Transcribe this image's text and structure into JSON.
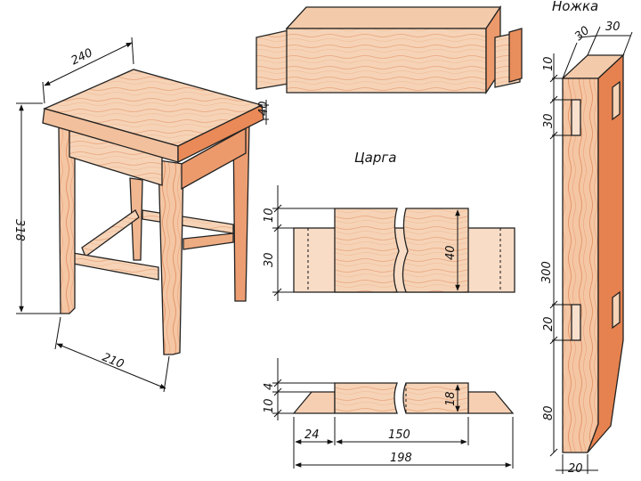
{
  "labels": {
    "leg_title": "Ножка",
    "apron_title": "Царга"
  },
  "dims": {
    "seat_width": "240",
    "seat_thickness": "40",
    "height": "318",
    "base": "210",
    "leg_top_1": "30",
    "leg_top_2": "30",
    "leg_offset_top": "10",
    "leg_mortise_1": "30",
    "leg_length": "300",
    "leg_mortise_2": "20",
    "leg_bottom": "80",
    "leg_width": "20",
    "apron_top_off": "10",
    "apron_tenon": "30",
    "apron_height": "40",
    "rail_off_a": "10",
    "rail_off_b": "4",
    "rail_height": "18",
    "rail_tenon": "24",
    "rail_mid": "150",
    "rail_total": "198"
  },
  "colors": {
    "wood_light": "#f6d3b6",
    "wood_mid": "#eeac82",
    "wood_dark": "#e6824f",
    "line": "#111111"
  }
}
